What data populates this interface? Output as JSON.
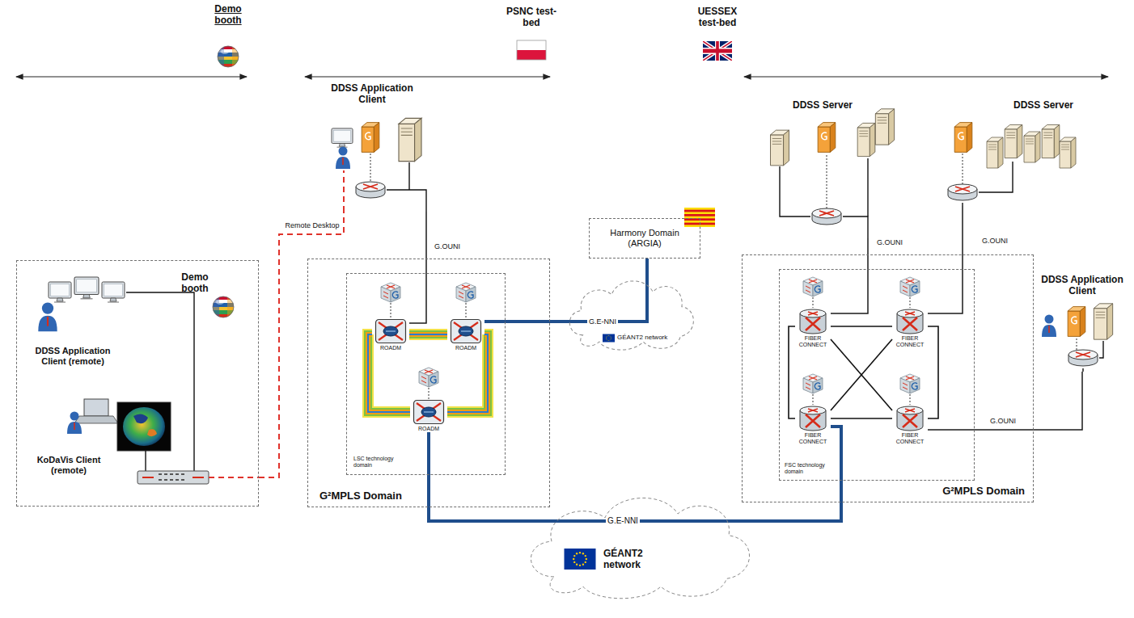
{
  "diagram": {
    "nodes": [
      {
        "text": [
          "Demo booth"
        ]
      },
      {
        "text": [
          "DDSS Application Client (remote)"
        ],
        "in": 0
      },
      {
        "text": [
          "KoDaVis Client (remote)"
        ],
        "in": 0
      },
      {
        "text": [
          "DDSS Application Client"
        ]
      },
      {
        "text": [
          "G²MPLS Domain"
        ]
      },
      {
        "text": [
          "LSC technology domain"
        ],
        "in": 4
      },
      {
        "text": [
          "ROADM"
        ],
        "in": 5
      },
      {
        "text": [
          "ROADM"
        ],
        "in": 5
      },
      {
        "text": [
          "ROADM"
        ],
        "in": 5
      },
      {
        "text": [
          "Harmony Domain (ARGIA)"
        ]
      },
      {
        "text": [
          "GÉANT2 network"
        ]
      },
      {
        "text": [
          "DDSS Server"
        ]
      },
      {
        "text": [
          "DDSS Server"
        ]
      },
      {
        "text": [
          "G²MPLS Domain"
        ]
      },
      {
        "text": [
          "FSC technology domain"
        ],
        "in": 13
      },
      {
        "text": [
          "FIBER CONNECT"
        ],
        "in": 14
      },
      {
        "text": [
          "FIBER CONNECT"
        ],
        "in": 14
      },
      {
        "text": [
          "FIBER CONNECT"
        ],
        "in": 14
      },
      {
        "text": [
          "FIBER CONNECT"
        ],
        "in": 14
      },
      {
        "text": [
          "DDSS Application Client"
        ]
      },
      {
        "text": [
          "GÉANT2 network"
        ]
      }
    ],
    "edges": [
      {
        "from": 0,
        "to": 3,
        "label": "Remote Desktop",
        "arrow": "none"
      },
      {
        "from": 3,
        "to": 6,
        "label": "G.OUNI",
        "arrow": "none"
      },
      {
        "from": 6,
        "to": 7,
        "arrow": "none"
      },
      {
        "from": 6,
        "to": 8,
        "arrow": "none"
      },
      {
        "from": 7,
        "to": 8,
        "arrow": "none"
      },
      {
        "from": 7,
        "to": 9,
        "label": "G.E-NNI",
        "arrow": "none"
      },
      {
        "from": 8,
        "to": 17,
        "label": "G.E-NNI",
        "arrow": "none"
      },
      {
        "from": 11,
        "to": 15,
        "label": "G.OUNI",
        "arrow": "none"
      },
      {
        "from": 12,
        "to": 16,
        "label": "G.OUNI",
        "arrow": "none"
      },
      {
        "from": 15,
        "to": 16,
        "arrow": "none"
      },
      {
        "from": 15,
        "to": 17,
        "arrow": "none"
      },
      {
        "from": 16,
        "to": 18,
        "arrow": "none"
      },
      {
        "from": 17,
        "to": 18,
        "arrow": "none"
      },
      {
        "from": 15,
        "to": 18,
        "arrow": "none"
      },
      {
        "from": 16,
        "to": 17,
        "arrow": "none"
      },
      {
        "from": 18,
        "to": 19,
        "label": "G.OUNI",
        "arrow": "none"
      }
    ],
    "labels": [
      "Demo booth",
      "PSNC test-bed",
      "UESSEX test-bed"
    ]
  }
}
